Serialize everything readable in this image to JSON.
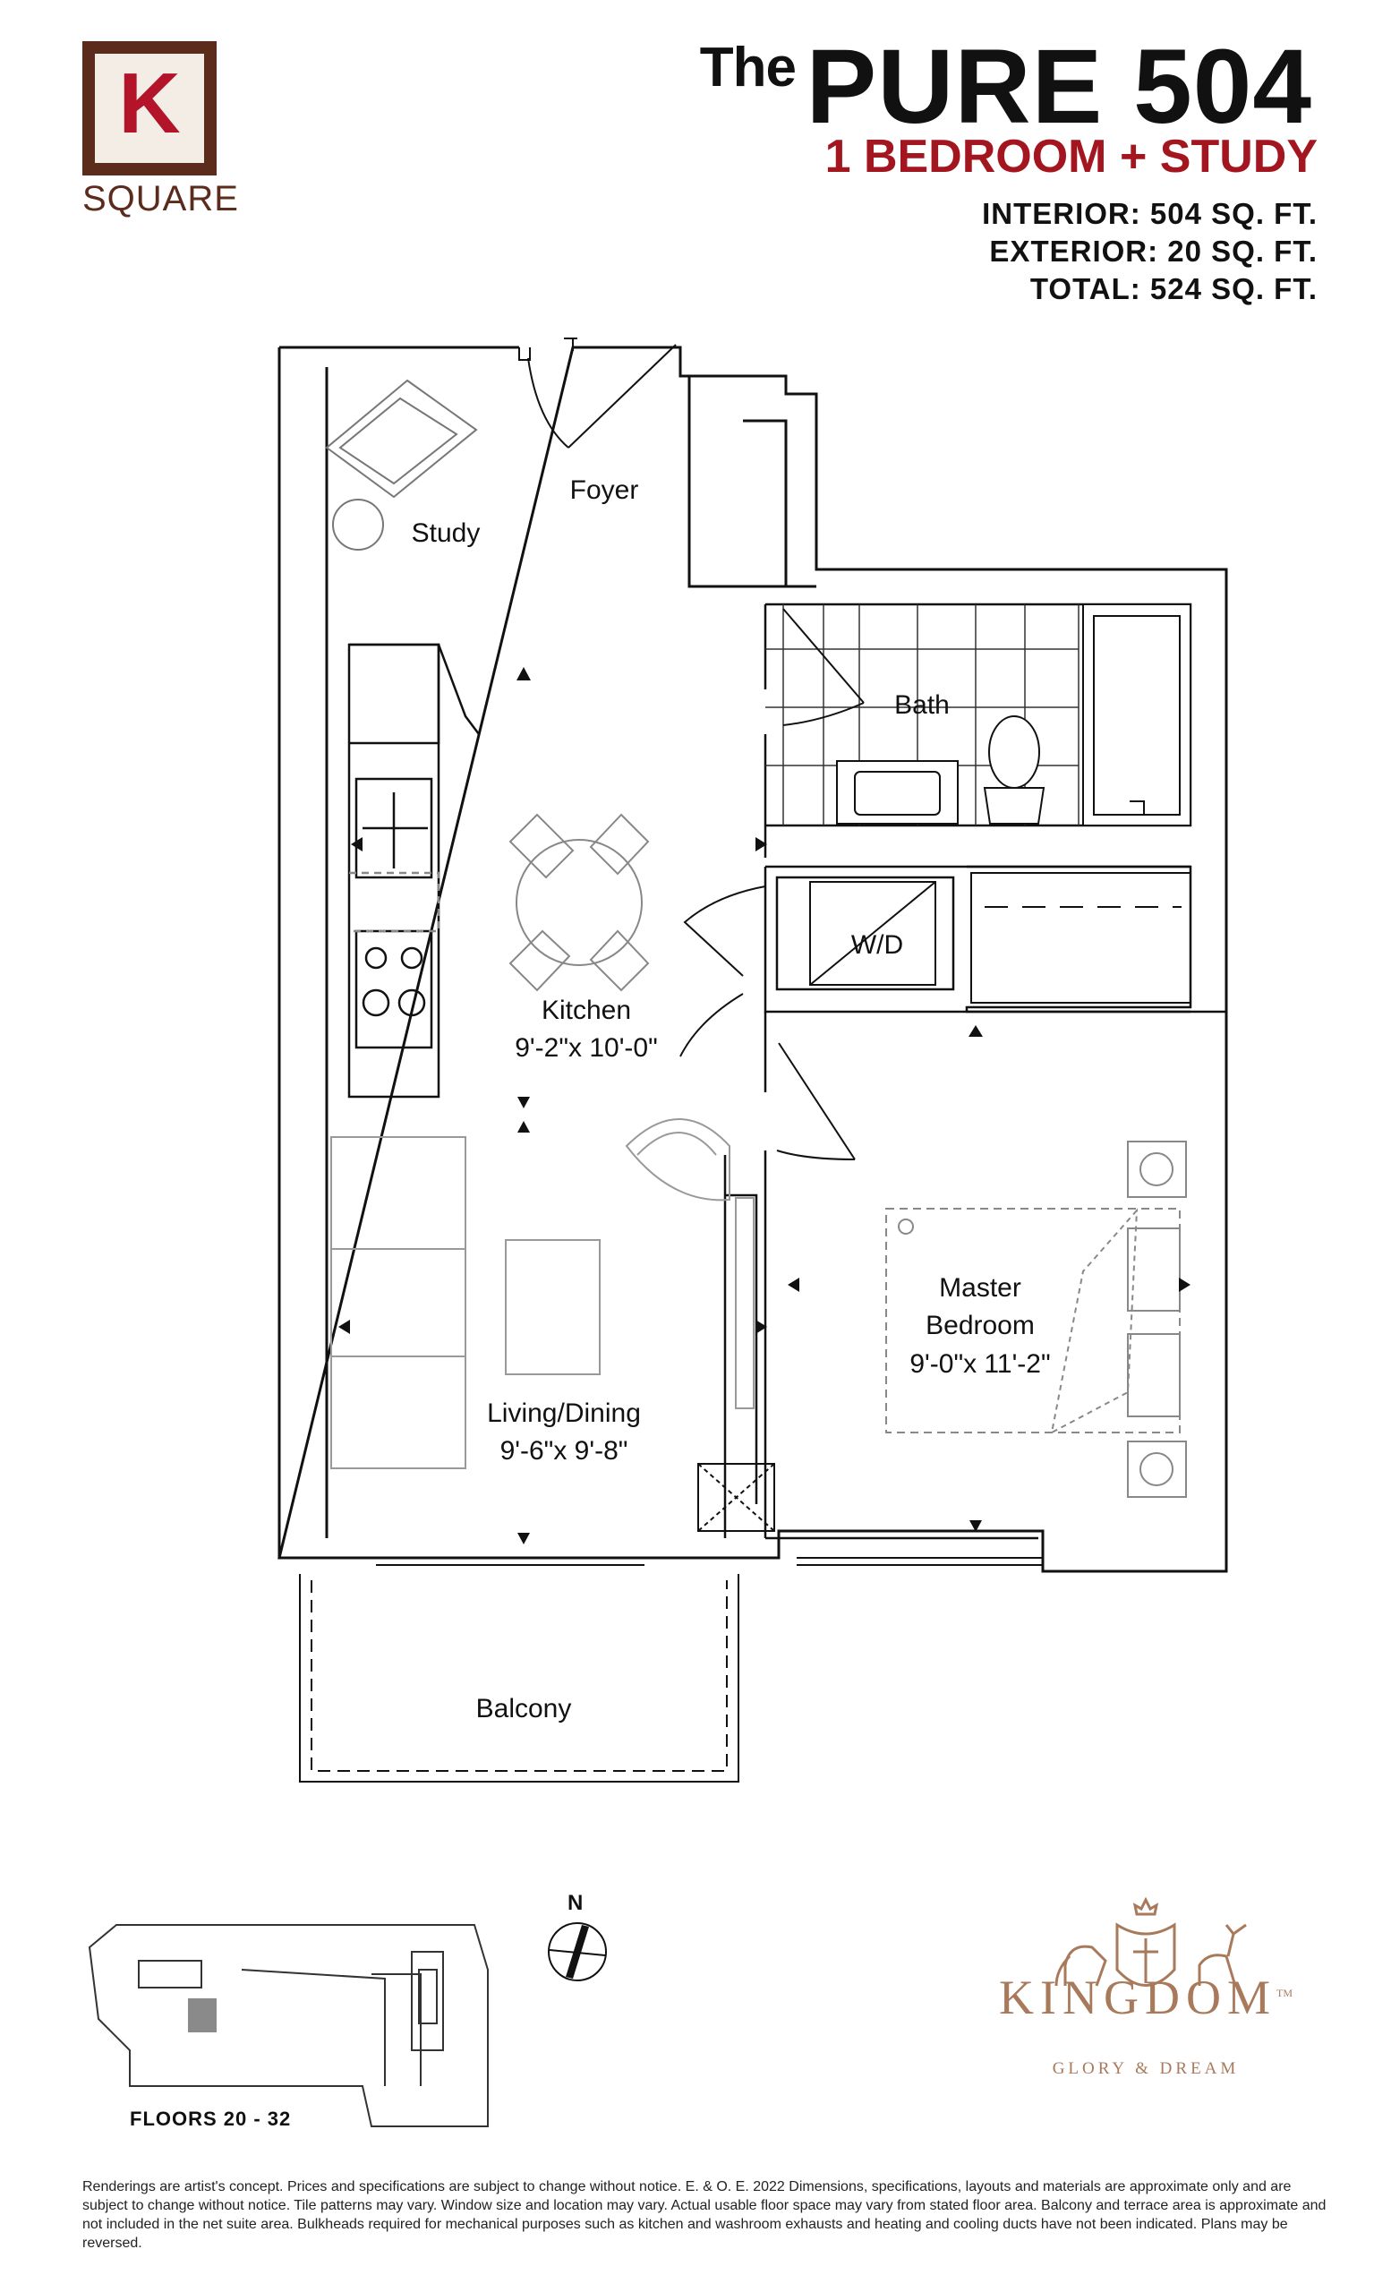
{
  "brand": {
    "logo_letter": "K",
    "logo_word": "SQUARE"
  },
  "header": {
    "title_prefix": "The",
    "title_main": "PURE 504",
    "subtitle": "1 BEDROOM + STUDY",
    "interior": "INTERIOR: 504 SQ. FT.",
    "exterior": "EXTERIOR: 20 SQ. FT.",
    "total": "TOTAL: 524 SQ. FT."
  },
  "rooms": {
    "foyer": "Foyer",
    "study": "Study",
    "bath": "Bath",
    "wd": "W/D",
    "kitchen": "Kitchen",
    "kitchen_dim": "9'-2\"x 10'-0\"",
    "master_1": "Master",
    "master_2": "Bedroom",
    "master_dim": "9'-0\"x 11'-2\"",
    "living": "Living/Dining",
    "living_dim": "9'-6\"x 9'-8\"",
    "balcony": "Balcony"
  },
  "keyplan": {
    "floors": "FLOORS 20 - 32",
    "north": "N"
  },
  "developer": {
    "name": "KINGDOM",
    "tagline": "GLORY & DREAM",
    "tm": "TM"
  },
  "colors": {
    "brand_red": "#a4161f",
    "brand_brown": "#5b2b1c",
    "kingdom_gold": "#a8795a",
    "highlight": "#8a8a8a"
  },
  "disclaimer": "Renderings are artist's concept. Prices and specifications are subject to change without notice. E. & O. E. 2022 Dimensions, specifications, layouts and materials are approximate only and are subject to change without notice. Tile patterns may vary. Window size and location may vary. Actual usable floor space may vary from stated floor area. Balcony and terrace area is approximate and not included in the net suite area. Bulkheads required for mechanical purposes such as kitchen and washroom exhausts and heating and cooling ducts have not been indicated. Plans may be reversed."
}
